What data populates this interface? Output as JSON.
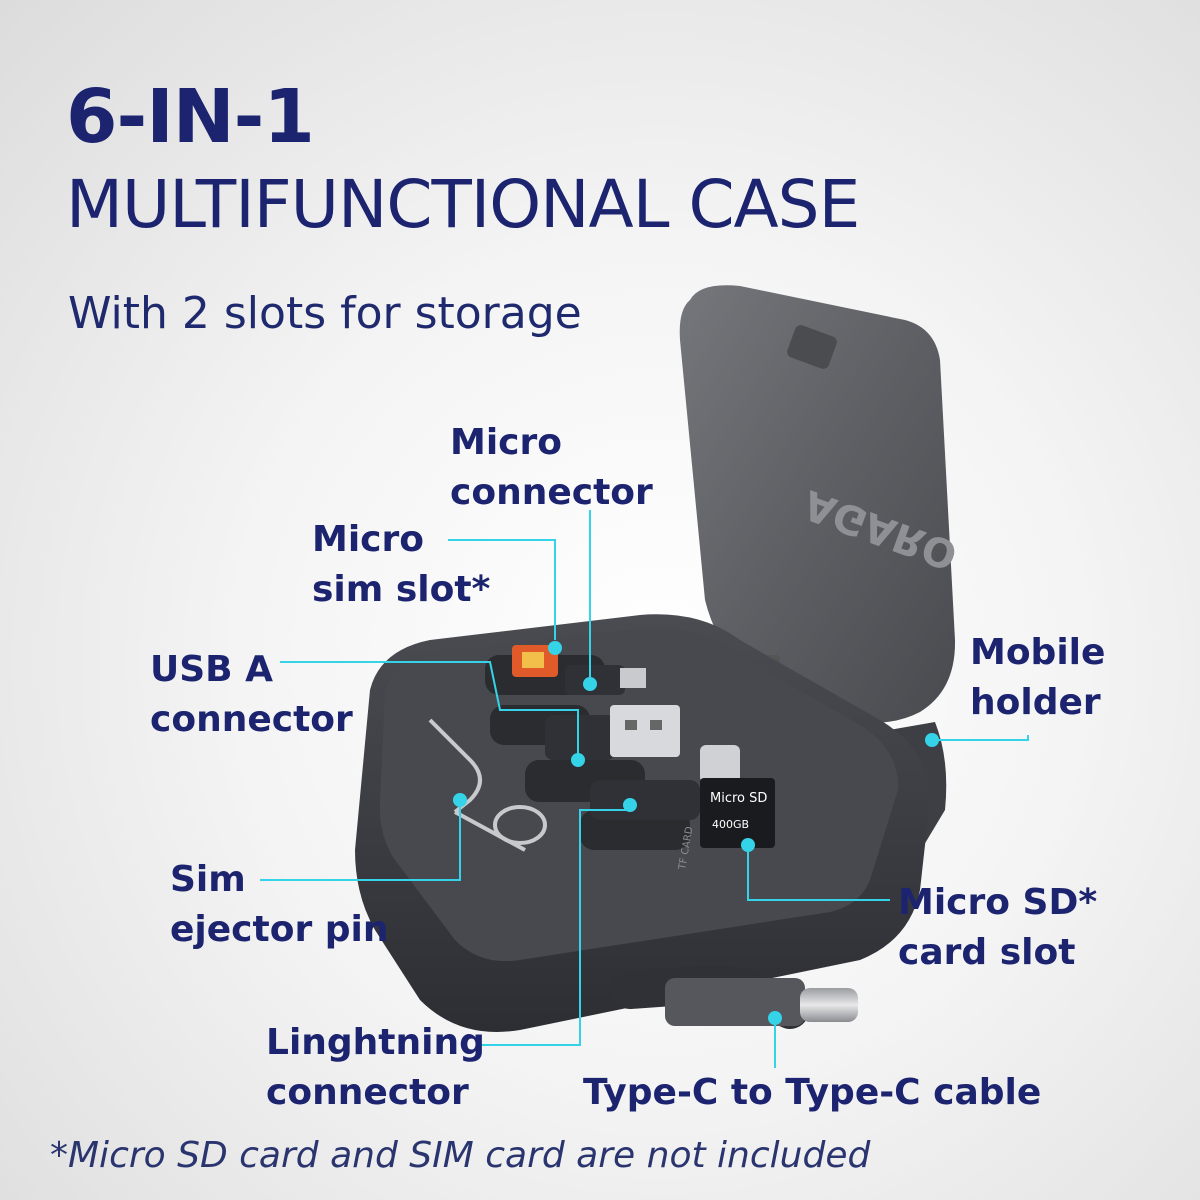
{
  "title": {
    "line1": "6-IN-1",
    "line2": "MULTIFUNCTIONAL CASE",
    "tagline": "With 2 slots for storage"
  },
  "product": {
    "brand_mark": "AGARO",
    "sd_card_text": "Micro SD",
    "sd_card_capacity": "400GB",
    "slot_label": "TF CARD"
  },
  "callouts": {
    "micro_connector": [
      "Micro",
      "connector"
    ],
    "micro_sim_slot": [
      "Micro",
      "sim slot*"
    ],
    "usb_a_connector": [
      "USB A",
      "connector"
    ],
    "mobile_holder": [
      "Mobile",
      "holder"
    ],
    "sim_ejector_pin": [
      "Sim",
      "ejector pin"
    ],
    "micro_sd_slot": [
      "Micro SD*",
      "card slot"
    ],
    "lightning_connector": [
      "Linghtning",
      "connector"
    ],
    "type_c_cable": [
      "Type-C to Type-C cable"
    ]
  },
  "footnote": "*Micro SD card and SIM card are not included",
  "colors": {
    "text": "#1c2470",
    "callout_line": "#35d3e8",
    "case_body": "#3a3c42",
    "lid": "#5a5c61"
  }
}
